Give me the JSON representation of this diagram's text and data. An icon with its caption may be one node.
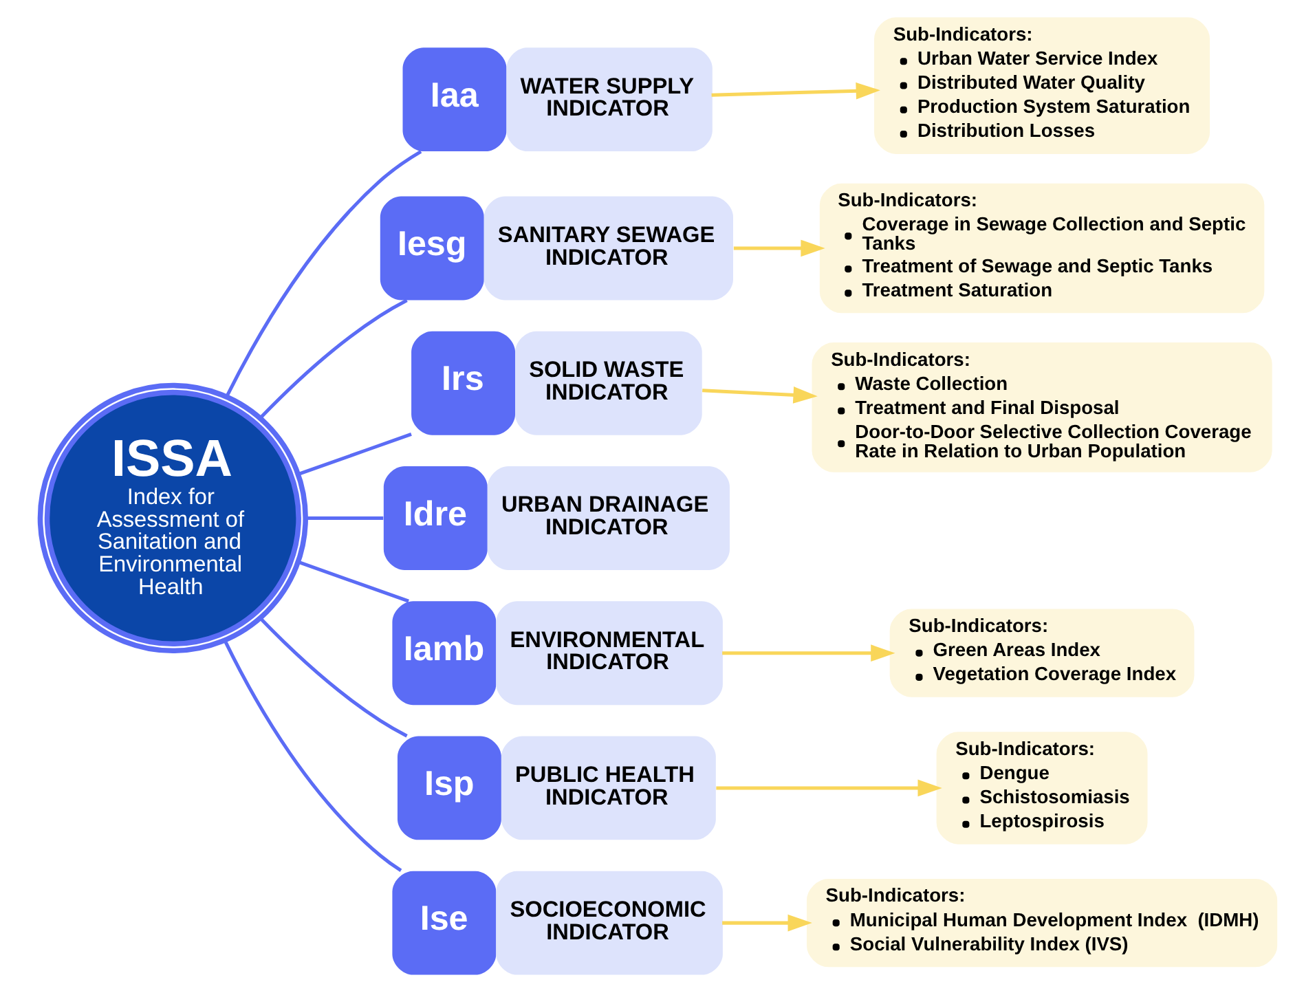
{
  "diagram": {
    "nodes": [
      {
        "text": [
          "ISSA",
          "Index for Assessment of Sanitation and Environmental Health"
        ]
      },
      {
        "text": [
          "Iaa",
          "WATER SUPPLY INDICATOR"
        ]
      },
      {
        "text": [
          "Sub-Indicators:",
          "Urban Water Service Index",
          "Distributed Water Quality",
          "Production System Saturation",
          "Distribution Losses"
        ]
      },
      {
        "text": [
          "Iesg",
          "SANITARY SEWAGE INDICATOR"
        ]
      },
      {
        "text": [
          "Sub-Indicators:",
          "Coverage in Sewage Collection and Septic Tanks",
          "Treatment of Sewage and Septic Tanks",
          "Treatment Saturation"
        ]
      },
      {
        "text": [
          "Irs",
          "SOLID WASTE INDICATOR"
        ]
      },
      {
        "text": [
          "Sub-Indicators:",
          "Waste Collection",
          "Treatment and Final Disposal",
          "Door-to-Door Selective Collection Coverage Rate in Relation to Urban Population"
        ]
      },
      {
        "text": [
          "Idre",
          "URBAN DRAINAGE INDICATOR"
        ]
      },
      {
        "text": [
          "Iamb",
          "ENVIRONMENTAL INDICATOR"
        ]
      },
      {
        "text": [
          "Sub-Indicators:",
          "Green Areas Index",
          "Vegetation Coverage Index"
        ]
      },
      {
        "text": [
          "Isp",
          "PUBLIC HEALTH INDICATOR"
        ]
      },
      {
        "text": [
          "Sub-Indicators:",
          "Dengue",
          "Schistosomiasis",
          "Leptospirosis"
        ]
      },
      {
        "text": [
          "Ise",
          "SOCIOECONOMIC INDICATOR"
        ]
      },
      {
        "text": [
          "Sub-Indicators:",
          "Municipal Human Development Index  (IDMH)",
          "Social Vulnerability Index (IVS)"
        ]
      }
    ],
    "edges": [
      {
        "from": 0,
        "to": 1,
        "arrow": "none"
      },
      {
        "from": 0,
        "to": 3,
        "arrow": "none"
      },
      {
        "from": 0,
        "to": 5,
        "arrow": "none"
      },
      {
        "from": 0,
        "to": 7,
        "arrow": "none"
      },
      {
        "from": 0,
        "to": 8,
        "arrow": "none"
      },
      {
        "from": 0,
        "to": 10,
        "arrow": "none"
      },
      {
        "from": 0,
        "to": 12,
        "arrow": "none"
      },
      {
        "from": 1,
        "to": 2,
        "arrow": "to",
        "color": "#f9d65a"
      },
      {
        "from": 3,
        "to": 4,
        "arrow": "to",
        "color": "#f9d65a"
      },
      {
        "from": 5,
        "to": 6,
        "arrow": "to",
        "color": "#f9d65a"
      },
      {
        "from": 8,
        "to": 9,
        "arrow": "to",
        "color": "#f9d65a"
      },
      {
        "from": 10,
        "to": 11,
        "arrow": "to",
        "color": "#f9d65a"
      },
      {
        "from": 12,
        "to": 13,
        "arrow": "to",
        "color": "#f9d65a"
      }
    ]
  }
}
